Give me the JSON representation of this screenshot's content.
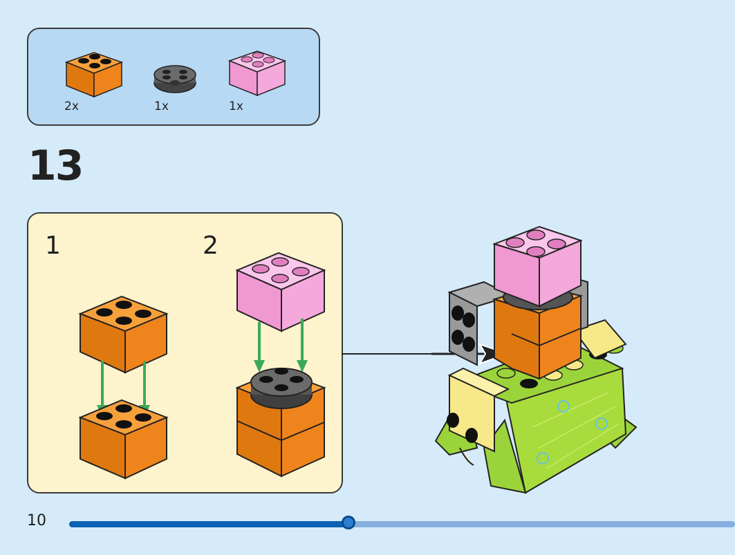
{
  "parts_list": {
    "items": [
      {
        "name": "orange-2x2-brick",
        "color": "#f0841c",
        "count": "2x"
      },
      {
        "name": "dark-gray-round-plate",
        "color": "#5b5b5b",
        "count": "1x"
      },
      {
        "name": "pink-2x2-brick",
        "color": "#f5a8dc",
        "count": "1x"
      }
    ]
  },
  "step": {
    "number": "13"
  },
  "substeps": [
    {
      "label": "1"
    },
    {
      "label": "2"
    }
  ],
  "footer": {
    "page_number": "10",
    "progress": 0.42
  },
  "colors": {
    "background": "#d6ebf9",
    "parts_box": "#b8d9f4",
    "sub_panel": "#fdf3cd",
    "orange": "#f0841c",
    "pink": "#f5a8dc",
    "lime": "#9bd43a",
    "yellow": "#f7e98a",
    "gray": "#9a9a9a",
    "arrow_green": "#3aaa5a"
  }
}
